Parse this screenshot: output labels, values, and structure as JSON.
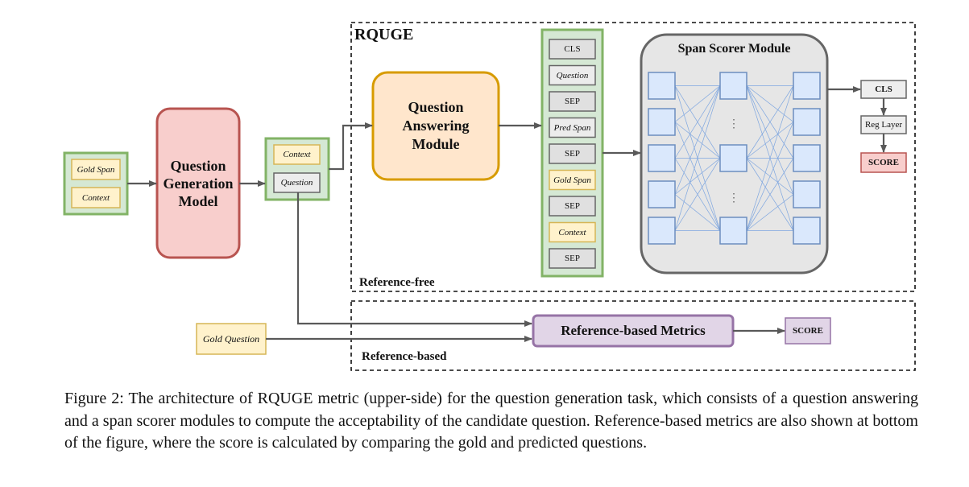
{
  "diagram": {
    "inputs": {
      "gold_span": "Gold Span",
      "context": "Context"
    },
    "qg_model": "Question Generation Model",
    "qg_output": {
      "context": "Context",
      "question": "Question"
    },
    "rquge": {
      "title": "RQUGE",
      "qa_module": "Question Answering Module",
      "tokens": [
        "CLS",
        "Question",
        "SEP",
        "Pred Span",
        "SEP",
        "Gold Span",
        "SEP",
        "Context",
        "SEP"
      ],
      "span_scorer": "Span Scorer Module",
      "outputs": {
        "cls": "CLS",
        "reg_layer": "Reg Layer",
        "score": "SCORE"
      },
      "region_label": "Reference-free",
      "dots": "⋮"
    },
    "reference_based": {
      "gold_question": "Gold Question",
      "metrics": "Reference-based Metrics",
      "score": "SCORE",
      "region_label": "Reference-based"
    },
    "colors": {
      "green_border": "#82b366",
      "green_fill": "#d5e8d4",
      "yellow_fill": "#fff2cc",
      "yellow_border": "#d6b656",
      "red_fill": "#f8cecc",
      "red_border": "#b85450",
      "orange_fill": "#ffe6cc",
      "orange_border": "#d79b00",
      "gray_fill": "#e0e0e0",
      "gray_border": "#666666",
      "blue_fill": "#dae8fc",
      "blue_border": "#6c8ebf",
      "purple_fill": "#e1d5e7",
      "purple_border": "#9673a6",
      "edge": "#595959"
    }
  },
  "caption": "Figure 2: The architecture of RQUGE metric (upper-side) for the question generation task, which consists of a question answering and a span scorer modules to compute the acceptability of the candidate question. Reference-based metrics are also shown at bottom of the figure, where the score is calculated by comparing the gold and predicted questions."
}
